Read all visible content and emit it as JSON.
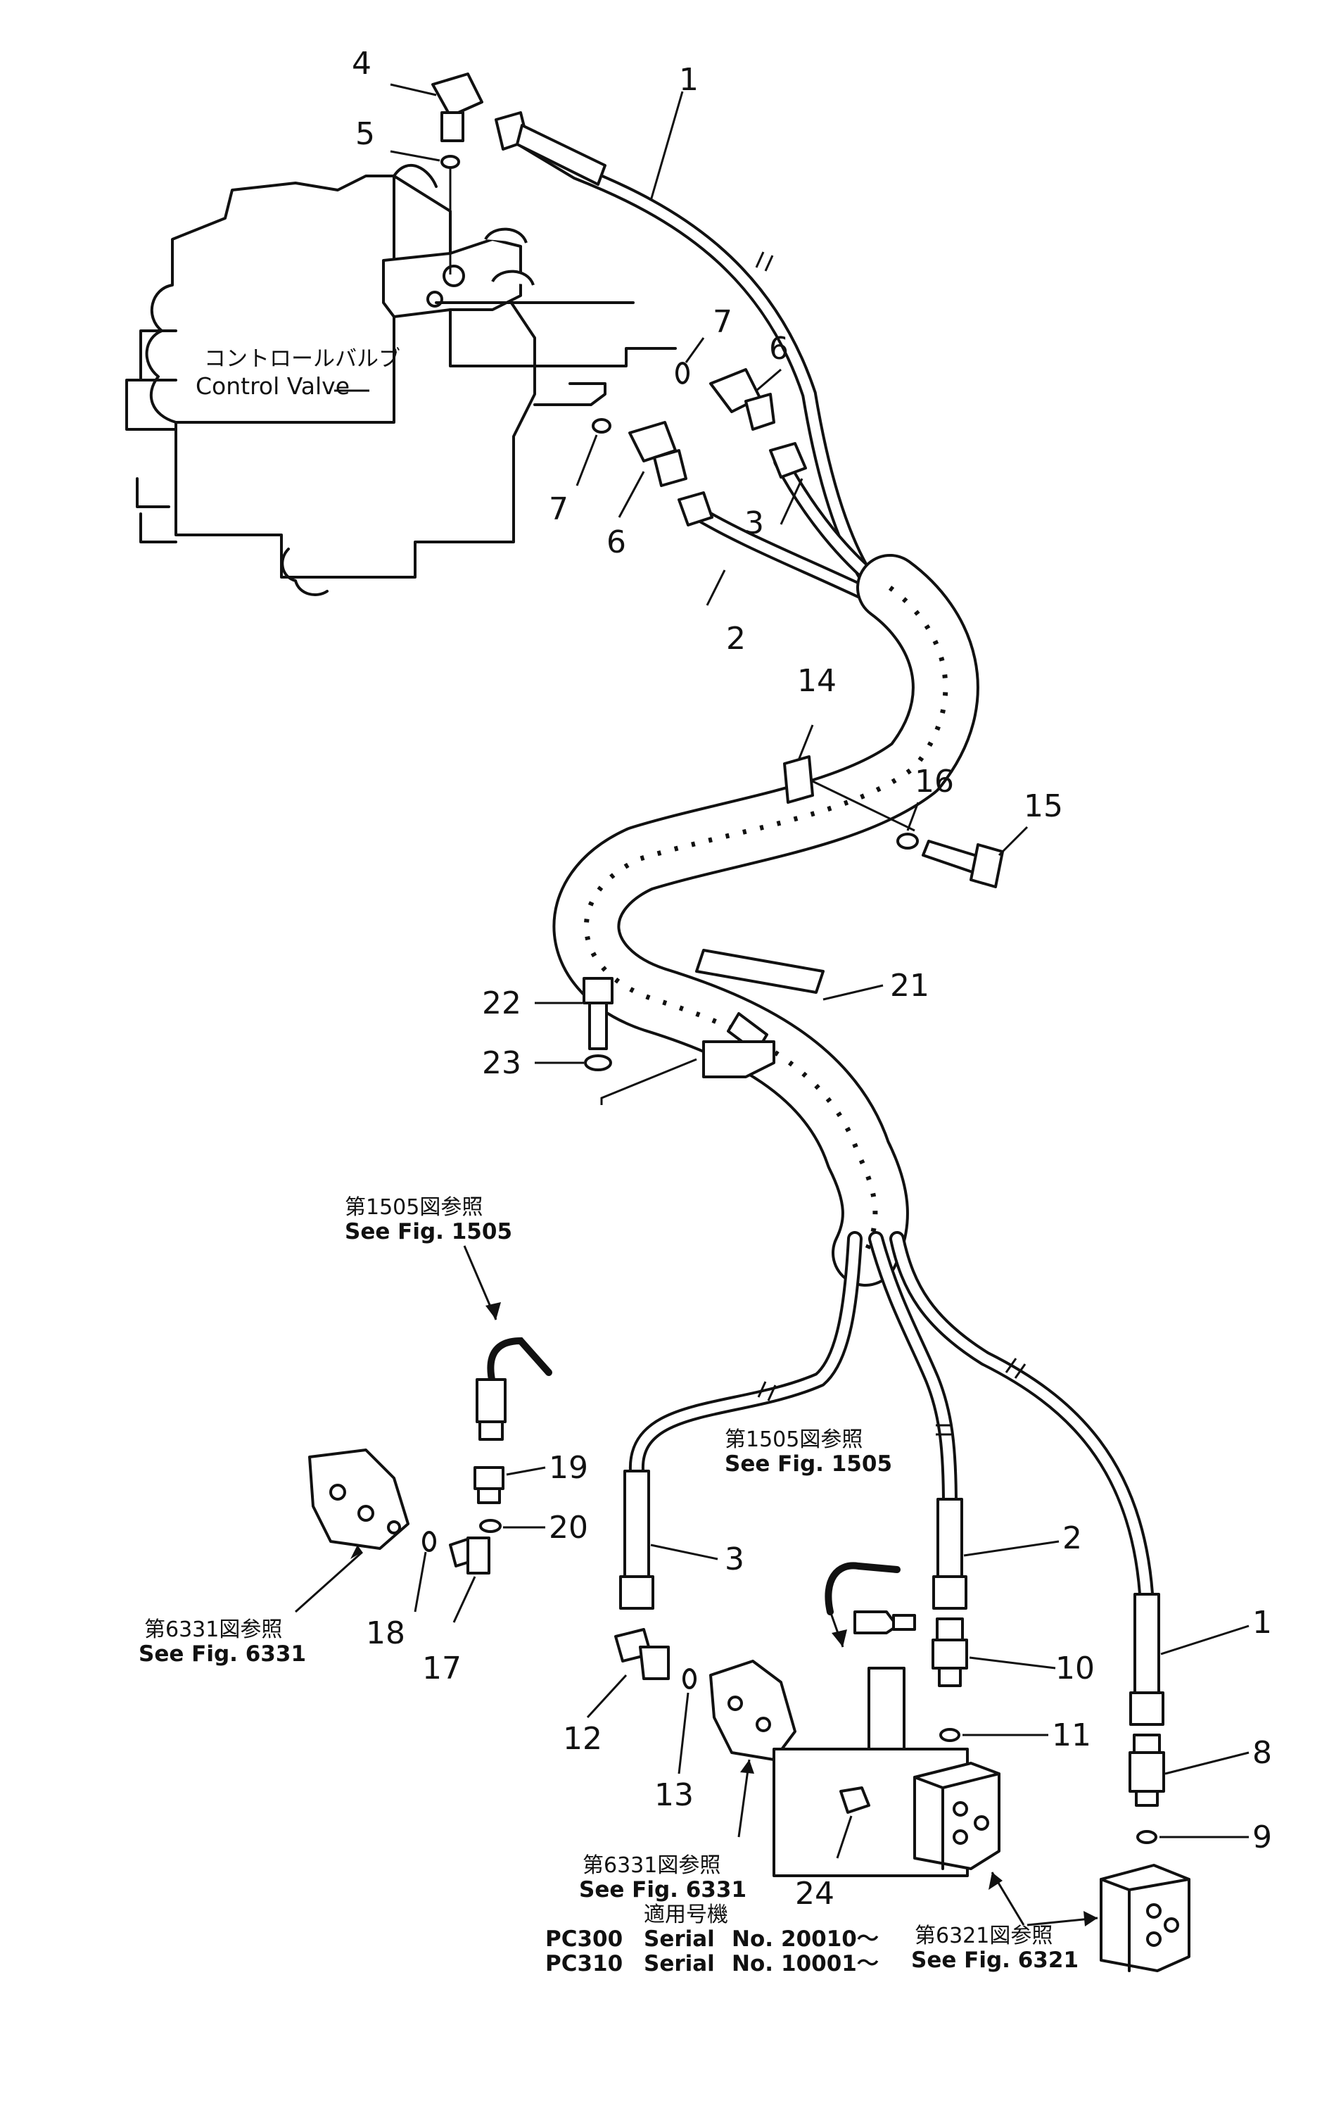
{
  "control_valve": {
    "label_jp": "コントロールバルブ",
    "label_en": "Control Valve"
  },
  "part_numbers": {
    "p1a": "1",
    "p1b": "1",
    "p2a": "2",
    "p2b": "2",
    "p3a": "3",
    "p3b": "3",
    "p4": "4",
    "p5": "5",
    "p6a": "6",
    "p6b": "6",
    "p7a": "7",
    "p7b": "7",
    "p8": "8",
    "p9": "9",
    "p10": "10",
    "p11": "11",
    "p12": "12",
    "p13": "13",
    "p14": "14",
    "p15": "15",
    "p16": "16",
    "p17": "17",
    "p18": "18",
    "p19": "19",
    "p20": "20",
    "p21": "21",
    "p22": "22",
    "p23": "23",
    "p24": "24"
  },
  "references": {
    "fig1505_a": {
      "jp": "第1505図参照",
      "en": "See Fig. 1505"
    },
    "fig1505_b": {
      "jp": "第1505図参照",
      "en": "See Fig. 1505"
    },
    "fig6331_a": {
      "jp": "第6331図参照",
      "en": "See Fig. 6331"
    },
    "fig6331_b": {
      "jp": "第6331図参照",
      "en": "See Fig. 6331"
    },
    "fig6321": {
      "jp": "第6321図参照",
      "en": "See Fig. 6321"
    }
  },
  "applicability": {
    "heading": "適用号機",
    "rows": [
      {
        "model": "PC300",
        "label": "Serial",
        "no": "No.",
        "serial": "20010〜"
      },
      {
        "model": "PC310",
        "label": "Serial",
        "no": "No.",
        "serial": "10001〜"
      }
    ]
  }
}
